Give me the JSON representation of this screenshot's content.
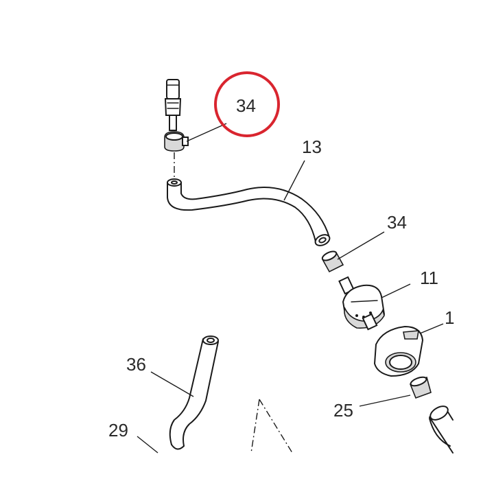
{
  "diagram": {
    "callouts": [
      {
        "id": "c34a",
        "label": "34",
        "highlighted": true
      },
      {
        "id": "c13",
        "label": "13"
      },
      {
        "id": "c34b",
        "label": "34"
      },
      {
        "id": "c11",
        "label": "11"
      },
      {
        "id": "c1",
        "label": "1"
      },
      {
        "id": "c36",
        "label": "36"
      },
      {
        "id": "c25",
        "label": "25"
      },
      {
        "id": "c29",
        "label": "29"
      }
    ],
    "highlight_color": "#d9252f",
    "line_color": "#1a1a1a"
  }
}
